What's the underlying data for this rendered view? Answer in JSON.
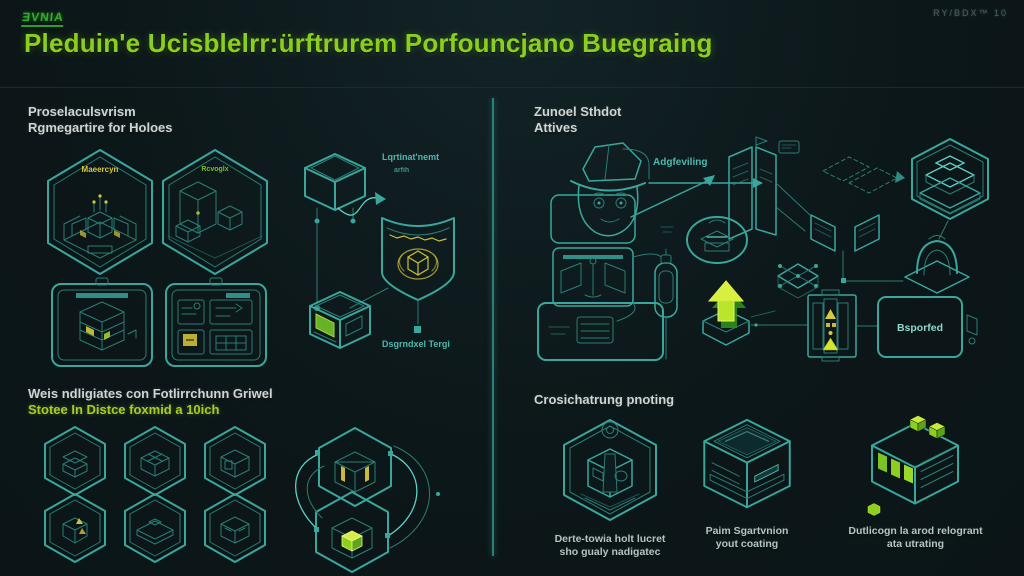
{
  "colors": {
    "background": "#0c1719",
    "teal": "#3aa79d",
    "green": "#8bcf1e",
    "yellow": "#d9c93a",
    "white": "#ccd6d4"
  },
  "header": {
    "logo": "ƎVNIA",
    "title": "Pleduin'e Ucisblelrr:ürftrurem Porfouncjano Buegraing",
    "corner_mark": "RY/BDX™ 10"
  },
  "left_top": {
    "heading_line1": "Proselaculsvrism",
    "heading_line2": "Rgmegartire for Holoes",
    "hex_a_label": "Maeercyn",
    "hex_b_label": "Rcvoglx",
    "flow_top_label": "Lqrtinat'nemt",
    "flow_top_sublabel": "arfih",
    "flow_bottom_label": "Dsgrndxel Tergi"
  },
  "left_bottom": {
    "heading_line1": "Weis ndligiates con Fotlirrchunn Griwel",
    "heading_line2": "Stotee In Distce foxmid a 10ich"
  },
  "right_top": {
    "heading_line1": "Zunoel Sthdot",
    "heading_line2": "Attives",
    "flow_label": "Adgfeviling",
    "result_box_label": "Bsporfed"
  },
  "right_bottom": {
    "heading": "Crosichatrung pnoting",
    "items": [
      {
        "line1": "Derte-towia holt lucret",
        "line2": "sho gualy nadigatec"
      },
      {
        "line1": "Paim Sgartvnion",
        "line2": "yout coating"
      },
      {
        "line1": "Dutlicogn la arod relogrant",
        "line2": "ata utrating"
      }
    ]
  }
}
